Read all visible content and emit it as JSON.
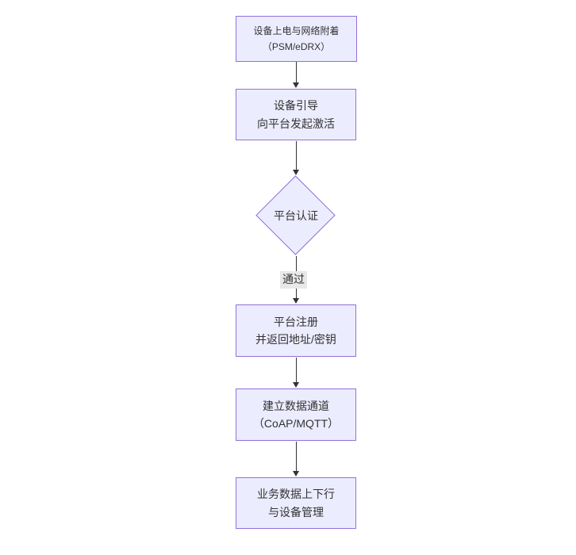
{
  "diagram": {
    "type": "flowchart",
    "direction": "top-down",
    "background": "#ffffff",
    "node_fill": "#ececff",
    "node_border": "#9370db",
    "text_color": "#333333",
    "arrow_color": "#333333",
    "edge_label_bg": "#e8e8e8",
    "nodes": [
      {
        "id": "power-attach",
        "shape": "rect",
        "lines": [
          "设备上电与网络附着",
          "（PSM/eDRX）"
        ]
      },
      {
        "id": "bootstrap",
        "shape": "rect",
        "lines": [
          "设备引导",
          "向平台发起激活"
        ]
      },
      {
        "id": "auth",
        "shape": "diamond",
        "lines": [
          "平台认证"
        ]
      },
      {
        "id": "register",
        "shape": "rect",
        "lines": [
          "平台注册",
          "并返回地址/密钥"
        ]
      },
      {
        "id": "channel",
        "shape": "rect",
        "lines": [
          "建立数据通道",
          "（CoAP/MQTT）"
        ]
      },
      {
        "id": "business",
        "shape": "rect",
        "lines": [
          "业务数据上下行",
          "与设备管理"
        ]
      }
    ],
    "edges": [
      {
        "from": "power-attach",
        "to": "bootstrap",
        "label": ""
      },
      {
        "from": "bootstrap",
        "to": "auth",
        "label": ""
      },
      {
        "from": "auth",
        "to": "register",
        "label": "通过"
      },
      {
        "from": "register",
        "to": "channel",
        "label": ""
      },
      {
        "from": "channel",
        "to": "business",
        "label": ""
      }
    ]
  }
}
